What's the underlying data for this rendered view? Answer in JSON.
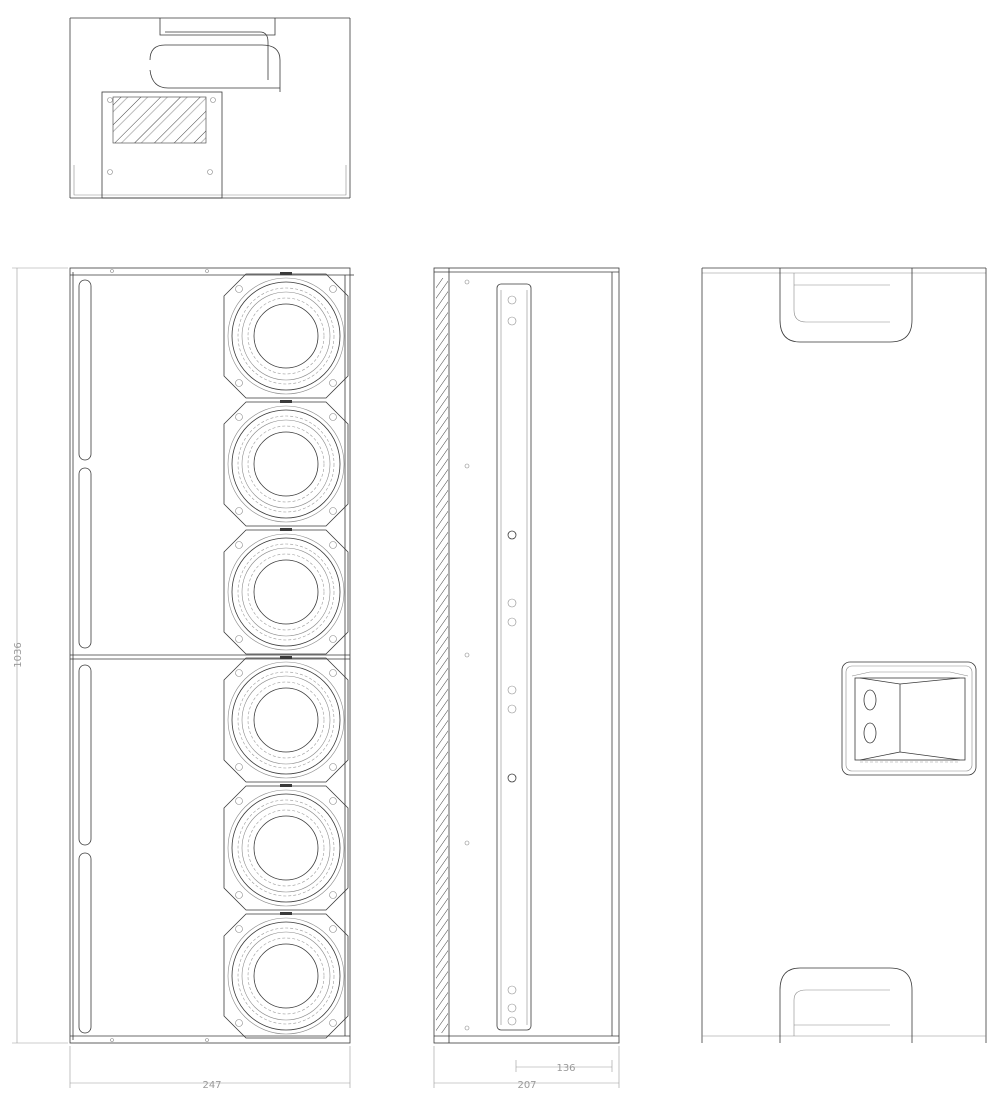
{
  "dimensions": {
    "front_height": "1036",
    "front_width": "247",
    "side_depth_inner": "136",
    "side_depth_total": "207"
  }
}
